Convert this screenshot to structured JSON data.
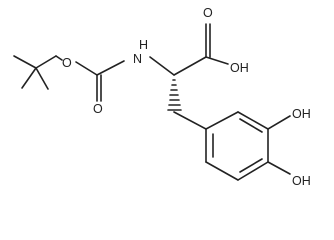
{
  "molecule": {
    "atom_labels": {
      "ester_oxygen": "O",
      "carbamate_carbonyl_oxygen": "O",
      "amine_nitrogen": "N",
      "amine_hydrogen": "H",
      "acid_carbonyl_oxygen": "O",
      "acid_hydroxyl": "OH",
      "phenol_hydroxyl_top": "OH",
      "phenol_hydroxyl_bottom": "OH"
    },
    "colors": {
      "bond": "#222222",
      "label": "#222222",
      "background": "#ffffff"
    }
  }
}
